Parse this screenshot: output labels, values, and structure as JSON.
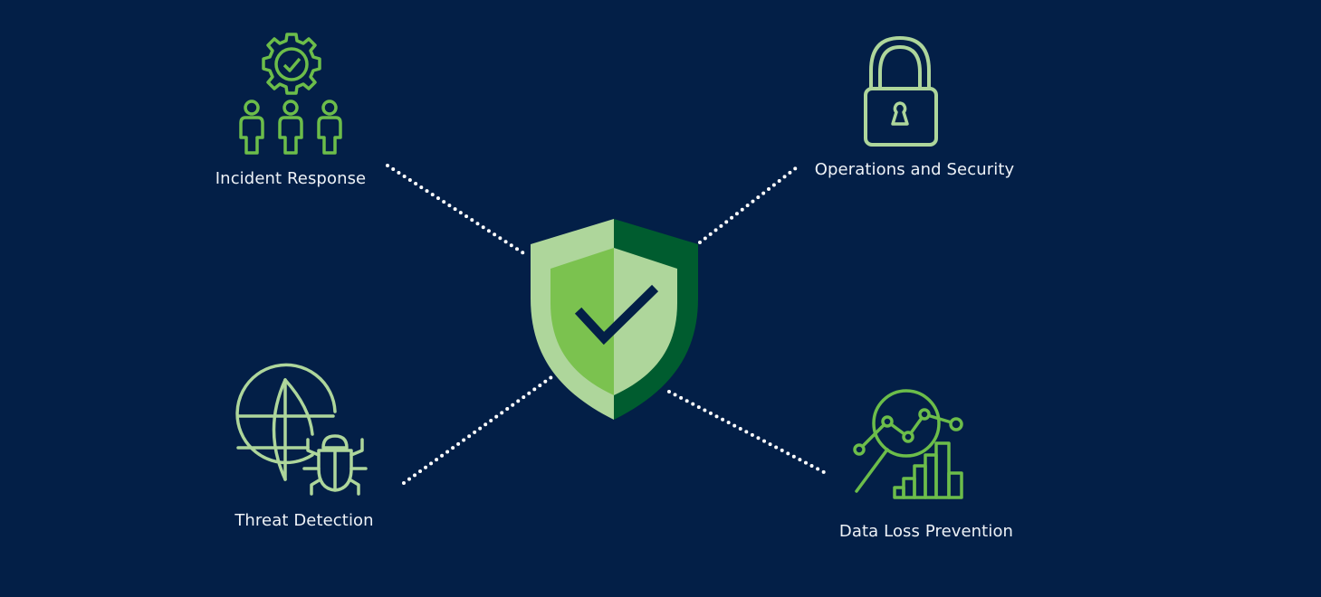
{
  "diagram": {
    "background": "#031f47",
    "center": {
      "name": "Security Shield",
      "colors": {
        "outer_left": "#aed69b",
        "outer_right": "#005c2f",
        "inner_left": "#7bc24f",
        "inner_right": "#aed69b",
        "check": "#031f47"
      }
    },
    "connector_color": "#ffffff",
    "nodes": [
      {
        "id": "incident-response",
        "label": "Incident Response",
        "icon": "gear-team-icon",
        "color": "#6cbd4a"
      },
      {
        "id": "operations-security",
        "label": "Operations and Security",
        "icon": "padlock-icon",
        "color": "#aed69b"
      },
      {
        "id": "threat-detection",
        "label": "Threat Detection",
        "icon": "globe-bug-icon",
        "color": "#aed69b"
      },
      {
        "id": "data-loss-prevention",
        "label": "Data Loss Prevention",
        "icon": "magnifier-chart-icon",
        "color": "#6cbd4a"
      }
    ]
  }
}
